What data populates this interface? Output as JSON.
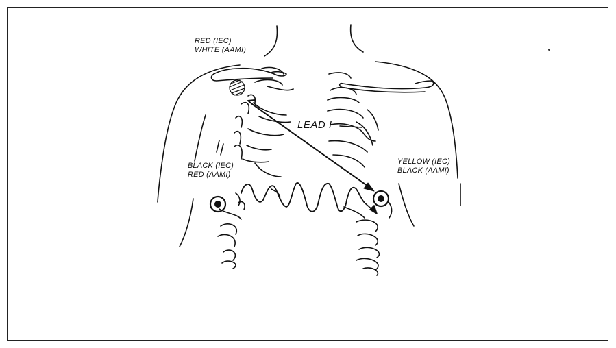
{
  "electrodes": {
    "right_arm": {
      "line1": "RED (IEC)",
      "line2": "WHITE (AAMI)"
    },
    "right_leg": {
      "line1": "BLACK (IEC)",
      "line2": "RED (AAMI)"
    },
    "left_leg": {
      "line1": "YELLOW (IEC)",
      "line2": "BLACK (AAMI)"
    }
  },
  "lead": {
    "label": "LEAD I"
  },
  "colors": {
    "ink": "#111111",
    "frame": "#222222",
    "background": "#ffffff"
  },
  "icons": [
    "torso-outline",
    "clavicle",
    "ribcage",
    "hatched-electrode",
    "ring-electrode",
    "lead-arrow",
    "ecg-waveform"
  ]
}
